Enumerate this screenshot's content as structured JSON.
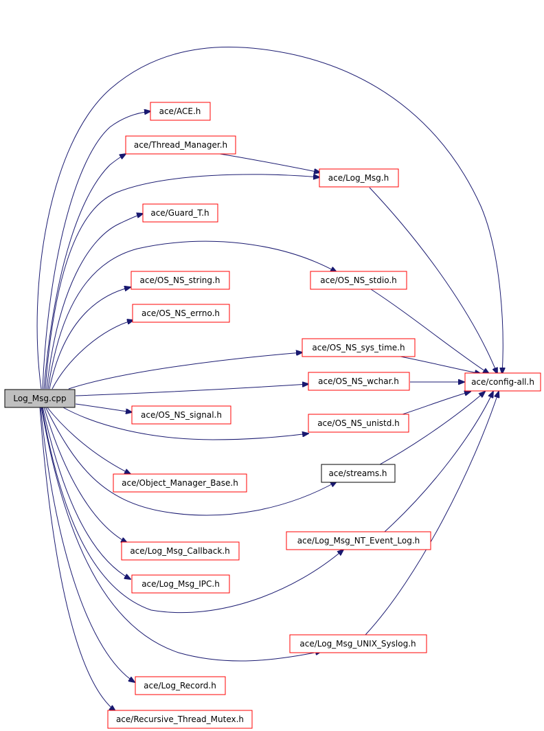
{
  "colors": {
    "edge": "#191970",
    "linked_border": "#ff0000",
    "plain_border": "#000000",
    "root_fill": "#bfbfbf"
  },
  "nodes": {
    "log_msg_cpp": {
      "label": "Log_Msg.cpp",
      "style": "root"
    },
    "ace_h": {
      "label": "ace/ACE.h",
      "style": "linked"
    },
    "thread_manager_h": {
      "label": "ace/Thread_Manager.h",
      "style": "linked"
    },
    "log_msg_h": {
      "label": "ace/Log_Msg.h",
      "style": "linked"
    },
    "guard_t_h": {
      "label": "ace/Guard_T.h",
      "style": "linked"
    },
    "os_ns_string_h": {
      "label": "ace/OS_NS_string.h",
      "style": "linked"
    },
    "os_ns_stdio_h": {
      "label": "ace/OS_NS_stdio.h",
      "style": "linked"
    },
    "os_ns_errno_h": {
      "label": "ace/OS_NS_errno.h",
      "style": "linked"
    },
    "os_ns_sys_time_h": {
      "label": "ace/OS_NS_sys_time.h",
      "style": "linked"
    },
    "os_ns_wchar_h": {
      "label": "ace/OS_NS_wchar.h",
      "style": "linked"
    },
    "config_all_h": {
      "label": "ace/config-all.h",
      "style": "linked"
    },
    "os_ns_signal_h": {
      "label": "ace/OS_NS_signal.h",
      "style": "linked"
    },
    "os_ns_unistd_h": {
      "label": "ace/OS_NS_unistd.h",
      "style": "linked"
    },
    "streams_h": {
      "label": "ace/streams.h",
      "style": "plain"
    },
    "object_manager_base_h": {
      "label": "ace/Object_Manager_Base.h",
      "style": "linked"
    },
    "log_msg_nt_event_log_h": {
      "label": "ace/Log_Msg_NT_Event_Log.h",
      "style": "linked"
    },
    "log_msg_callback_h": {
      "label": "ace/Log_Msg_Callback.h",
      "style": "linked"
    },
    "log_msg_ipc_h": {
      "label": "ace/Log_Msg_IPC.h",
      "style": "linked"
    },
    "log_msg_unix_syslog_h": {
      "label": "ace/Log_Msg_UNIX_Syslog.h",
      "style": "linked"
    },
    "log_record_h": {
      "label": "ace/Log_Record.h",
      "style": "linked"
    },
    "recursive_thread_mutex_h": {
      "label": "ace/Recursive_Thread_Mutex.h",
      "style": "linked"
    }
  },
  "edges": [
    {
      "from": "log_msg_cpp",
      "to": "config_all_h"
    },
    {
      "from": "log_msg_cpp",
      "to": "ace_h"
    },
    {
      "from": "log_msg_cpp",
      "to": "thread_manager_h"
    },
    {
      "from": "log_msg_cpp",
      "to": "log_msg_h"
    },
    {
      "from": "log_msg_cpp",
      "to": "guard_t_h"
    },
    {
      "from": "log_msg_cpp",
      "to": "os_ns_stdio_h"
    },
    {
      "from": "log_msg_cpp",
      "to": "os_ns_string_h"
    },
    {
      "from": "log_msg_cpp",
      "to": "os_ns_errno_h"
    },
    {
      "from": "log_msg_cpp",
      "to": "os_ns_sys_time_h"
    },
    {
      "from": "log_msg_cpp",
      "to": "os_ns_wchar_h"
    },
    {
      "from": "log_msg_cpp",
      "to": "os_ns_signal_h"
    },
    {
      "from": "log_msg_cpp",
      "to": "os_ns_unistd_h"
    },
    {
      "from": "log_msg_cpp",
      "to": "object_manager_base_h"
    },
    {
      "from": "log_msg_cpp",
      "to": "streams_h"
    },
    {
      "from": "log_msg_cpp",
      "to": "log_msg_callback_h"
    },
    {
      "from": "log_msg_cpp",
      "to": "log_msg_ipc_h"
    },
    {
      "from": "log_msg_cpp",
      "to": "log_msg_nt_event_log_h"
    },
    {
      "from": "log_msg_cpp",
      "to": "log_msg_unix_syslog_h"
    },
    {
      "from": "log_msg_cpp",
      "to": "log_record_h"
    },
    {
      "from": "log_msg_cpp",
      "to": "recursive_thread_mutex_h"
    },
    {
      "from": "thread_manager_h",
      "to": "log_msg_h"
    },
    {
      "from": "log_msg_h",
      "to": "config_all_h"
    },
    {
      "from": "os_ns_stdio_h",
      "to": "config_all_h"
    },
    {
      "from": "os_ns_sys_time_h",
      "to": "config_all_h"
    },
    {
      "from": "os_ns_wchar_h",
      "to": "config_all_h"
    },
    {
      "from": "os_ns_unistd_h",
      "to": "config_all_h"
    },
    {
      "from": "streams_h",
      "to": "config_all_h"
    },
    {
      "from": "log_msg_nt_event_log_h",
      "to": "config_all_h"
    },
    {
      "from": "log_msg_unix_syslog_h",
      "to": "config_all_h"
    }
  ]
}
